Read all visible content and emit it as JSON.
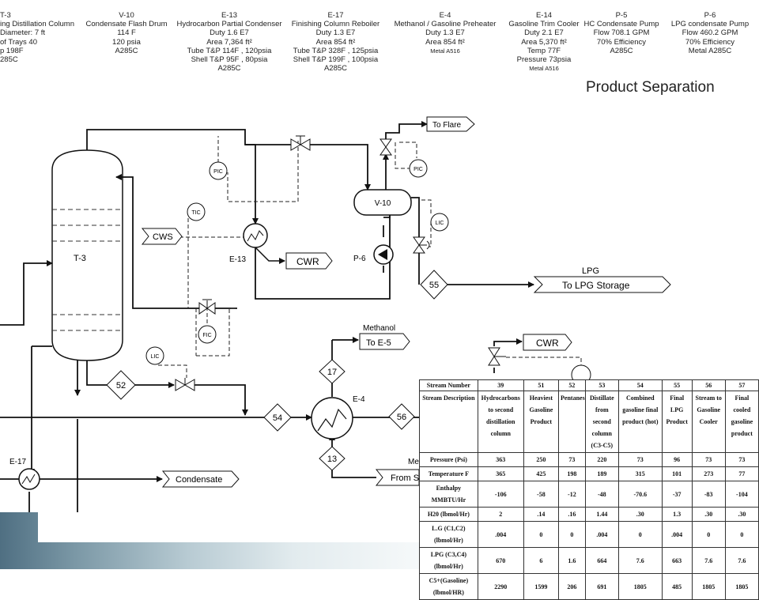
{
  "equipment_headers": [
    {
      "lines": [
        "T-3",
        "ing Distillation Column",
        "Diameter: 7 ft",
        "of Trays 40",
        "p 198F",
        "285C"
      ]
    },
    {
      "lines": [
        "V-10",
        "Condensate Flash Drum",
        "114 F",
        "120 psia",
        "A285C"
      ]
    },
    {
      "lines": [
        "E-13",
        "Hydrocarbon Partial Condenser",
        "Duty 1.6 E7",
        "Area 7,364 ft²",
        "Tube T&P 114F , 120psia",
        "Shell T&P 95F , 80psia",
        "A285C"
      ]
    },
    {
      "lines": [
        "E-17",
        "Finishing Column Reboiler",
        "Duty 1.3 E7",
        "Area 854 ft²",
        "Tube T&P 328F , 125psia",
        "Shell T&P 199F , 100psia",
        "A285C"
      ]
    },
    {
      "lines": [
        "E-4",
        "Methanol / Gasoline Preheater",
        "Duty 1.3 E7",
        "Area 854 ft²"
      ],
      "small": "Metal A516"
    },
    {
      "lines": [
        "E-14",
        "Gasoline Trim Cooler",
        "Duty 2.1 E7",
        "Area 5,370 ft²",
        "Temp 77F",
        "Pressure 73psia"
      ],
      "small": "Metal A516"
    },
    {
      "lines": [
        "P-5",
        "HC Condensate Pump",
        "Flow 708.1 GPM",
        "70% Efficiency",
        "A285C"
      ]
    },
    {
      "lines": [
        "P-6",
        "LPG condensate Pump",
        "Flow 460.2 GPM",
        "70% Efficiency",
        "Metal A285C"
      ]
    }
  ],
  "section_title": "Product Separation",
  "labels": {
    "t3": "T-3",
    "v10": "V-10",
    "e13": "E-13",
    "e4": "E-4",
    "e17": "E-17",
    "p6": "P-6",
    "pic": "PIC",
    "tic": "TIC",
    "lic": "LIC",
    "fic": "FIC",
    "to_flare": "To Flare",
    "cws": "CWS",
    "cwr": "CWR",
    "lpg": "LPG",
    "to_lpg_storage": "To LPG Storage",
    "methanol": "Methanol",
    "to_e5": "To E-5",
    "condensate": "Condensate",
    "from_s": "From S",
    "me": "Me",
    "s55": "55",
    "s52": "52",
    "s54": "54",
    "s17": "17",
    "s56": "56",
    "s13": "13"
  },
  "stream_table": {
    "header_row": [
      "Stream Number",
      "39",
      "51",
      "52",
      "53",
      "54",
      "55",
      "56",
      "57"
    ],
    "description_label": "Stream Description",
    "descriptions": [
      "Hydrocarbons to second distillation column",
      "Heaviest Gasoline Product",
      "Pentanes",
      "Distillate from second column (C3-C5)",
      "Combined gasoline final product (hot)",
      "Final LPG Product",
      "Stream to Gasoline Cooler",
      "Final cooled gasoline product"
    ],
    "rows": [
      {
        "label": "Pressure (Psi)",
        "values": [
          "363",
          "250",
          "73",
          "220",
          "73",
          "96",
          "73",
          "73"
        ]
      },
      {
        "label": "Temperature F",
        "values": [
          "365",
          "425",
          "198",
          "189",
          "315",
          "101",
          "273",
          "77"
        ]
      },
      {
        "label": "Enthalpy MMBTU/Hr",
        "values": [
          "-106",
          "-58",
          "-12",
          "-48",
          "-70.6",
          "-37",
          "-83",
          "-104"
        ]
      },
      {
        "label": "H20 (lbmol/Hr)",
        "values": [
          "2",
          ".14",
          ".16",
          "1.44",
          ".30",
          "1.3",
          ".30",
          ".30"
        ]
      },
      {
        "label": "L.G (C1,C2) (lbmol/Hr)",
        "values": [
          ".004",
          "0",
          "0",
          ".004",
          "0",
          ".004",
          "0",
          "0"
        ]
      },
      {
        "label": "LPG (C3,C4) (lbmol/Hr)",
        "values": [
          "670",
          "6",
          "1.6",
          "664",
          "7.6",
          "663",
          "7.6",
          "7.6"
        ]
      },
      {
        "label": "C5+(Gasoline) (lbmol/HR)",
        "values": [
          "2290",
          "1599",
          "206",
          "691",
          "1805",
          "485",
          "1805",
          "1805"
        ]
      }
    ]
  }
}
